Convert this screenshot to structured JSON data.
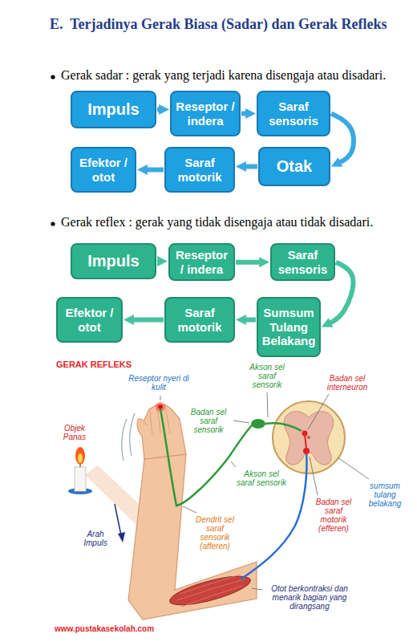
{
  "diagram": {
    "title": "E.  Terjadinya Gerak Biasa (Sadar) dan Gerak Refleks",
    "nodes": [
      {
        "text": [
          "Impuls"
        ]
      },
      {
        "text": [
          "Reseptor / indera"
        ]
      },
      {
        "text": [
          "Saraf sensoris"
        ]
      },
      {
        "text": [
          "Efektor / otot"
        ]
      },
      {
        "text": [
          "Saraf motorik"
        ]
      },
      {
        "text": [
          "Otak"
        ]
      },
      {
        "text": [
          "Impuls"
        ]
      },
      {
        "text": [
          "Reseptor / indera"
        ]
      },
      {
        "text": [
          "Saraf sensoris"
        ]
      },
      {
        "text": [
          "Efektor / otot"
        ]
      },
      {
        "text": [
          "Saraf motorik"
        ]
      },
      {
        "text": [
          "Sumsum Tulang Belakang"
        ]
      }
    ],
    "edges": [
      {
        "from": 0,
        "to": 1,
        "arrow": "to"
      },
      {
        "from": 1,
        "to": 2,
        "arrow": "to"
      },
      {
        "from": 2,
        "to": 5,
        "arrow": "to"
      },
      {
        "from": 5,
        "to": 4,
        "arrow": "to"
      },
      {
        "from": 4,
        "to": 3,
        "arrow": "to"
      },
      {
        "from": 6,
        "to": 7,
        "arrow": "to"
      },
      {
        "from": 7,
        "to": 8,
        "arrow": "to"
      },
      {
        "from": 8,
        "to": 11,
        "arrow": "to"
      },
      {
        "from": 11,
        "to": 10,
        "arrow": "to"
      },
      {
        "from": 10,
        "to": 9,
        "arrow": "to"
      }
    ],
    "labels": [
      "Gerak sadar : gerak yang terjadi karena disengaja atau disadari.",
      "Gerak reflex : gerak yang tidak disengaja atau tidak disadari.",
      "GERAK REFLEKS",
      "Reseptor nyeri di kulit",
      "Objek Panas",
      "Akson sel saraf sensorik",
      "Badan sel interneuron",
      "Badan sel saraf sensorik",
      "Dendrit sel saraf sensorik (afferen)",
      "Akson sel saraf sensorik",
      "Badan sel saraf motorik (efferen)",
      "sumsum tulang belakang",
      "Arah Impuls",
      "Otot berkontraksi dan menarik bagian yang dirangsang",
      "www.pustakasekolah.com"
    ]
  }
}
